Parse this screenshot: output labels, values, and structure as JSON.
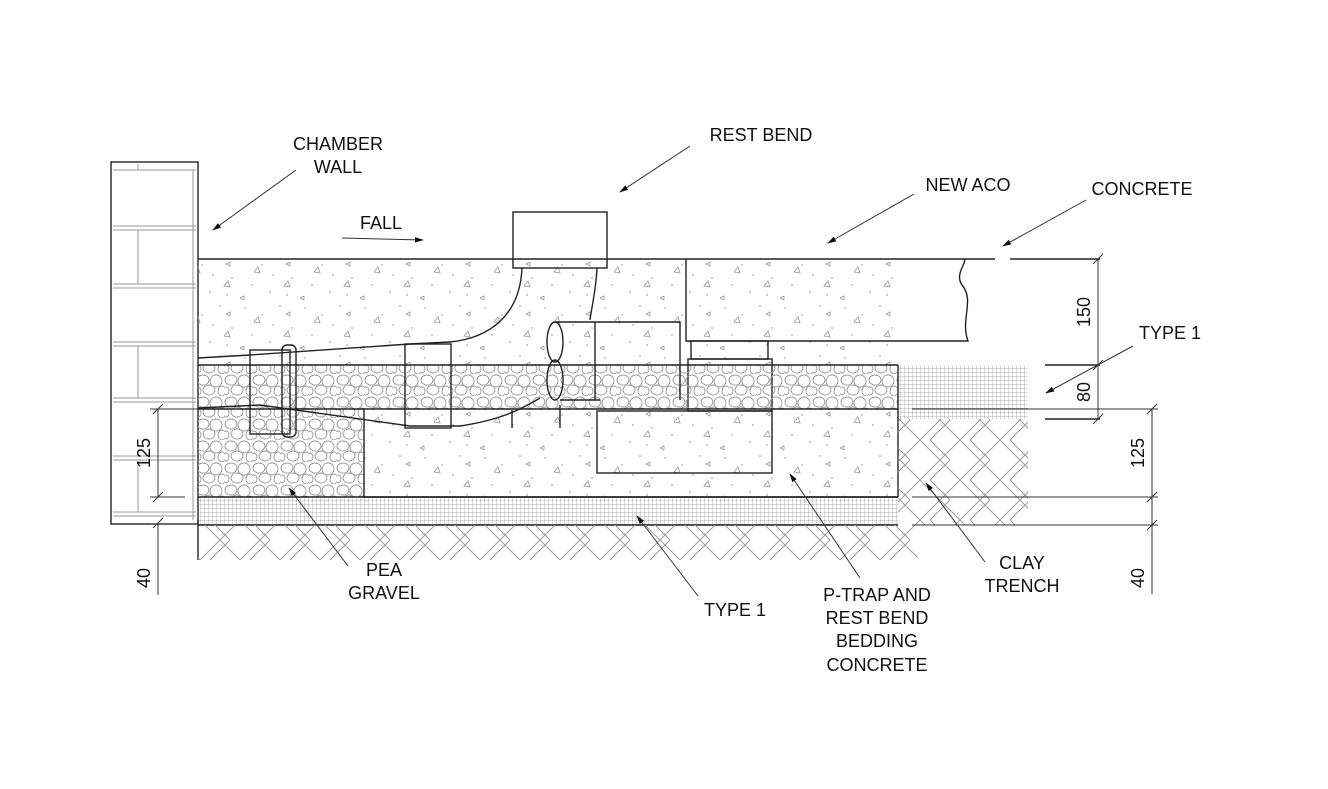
{
  "labels": {
    "chamber_wall": [
      "CHAMBER",
      "WALL"
    ],
    "fall": "FALL",
    "rest_bend": "REST BEND",
    "new_aco": "NEW ACO",
    "concrete": "CONCRETE",
    "type1_right": "TYPE 1",
    "type1_bottom": "TYPE 1",
    "pea_gravel": [
      "PEA",
      "GRAVEL"
    ],
    "p_trap": [
      "P-TRAP AND",
      "REST BEND",
      "BEDDING",
      "CONCRETE"
    ],
    "clay_trench": [
      "CLAY",
      "TRENCH"
    ]
  },
  "dimensions": {
    "left_125": "125",
    "left_40": "40",
    "right_150": "150",
    "right_80": "80",
    "right_125": "125",
    "right_40": "40"
  },
  "colors": {
    "line": "#222222",
    "hatch": "#9a9a9a",
    "background": "#ffffff"
  }
}
